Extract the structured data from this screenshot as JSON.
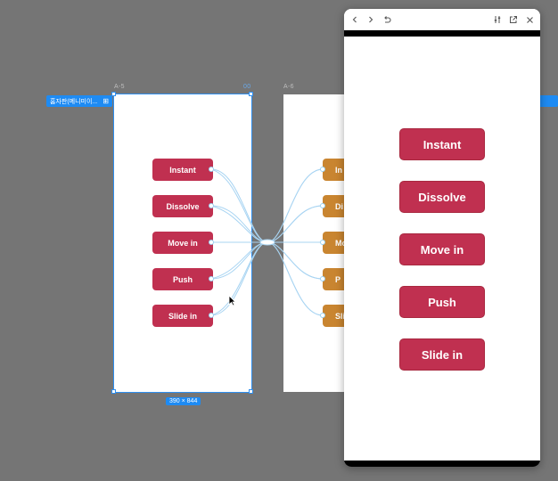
{
  "canvas": {
    "frame_a5_label": "A-5",
    "frame_a6_label": "A-6",
    "frame_a5_corner_label": "00",
    "left_tag": "홈자판(메니미이...",
    "left_tag_icon": "frame-icon",
    "size_badge": "390 × 844",
    "buttons": [
      "Instant",
      "Dissolve",
      "Move in",
      "Push",
      "Slide in"
    ],
    "orange_buttons": [
      "In",
      "Di",
      "Mo",
      "P",
      "Sli"
    ],
    "colors": {
      "button_red": "#c03050",
      "button_orange": "#c98530",
      "selection_blue": "#2f8ff0",
      "canvas_bg": "#757575",
      "connector": "#9ad0f0"
    }
  },
  "preview": {
    "toolbar": {
      "back_icon": "chevron-left-icon",
      "forward_icon": "chevron-right-icon",
      "restart_icon": "restart-icon",
      "settings_icon": "sliders-icon",
      "open_icon": "external-link-icon",
      "close_icon": "close-icon"
    },
    "buttons": [
      "Instant",
      "Dissolve",
      "Move in",
      "Push",
      "Slide in"
    ]
  }
}
